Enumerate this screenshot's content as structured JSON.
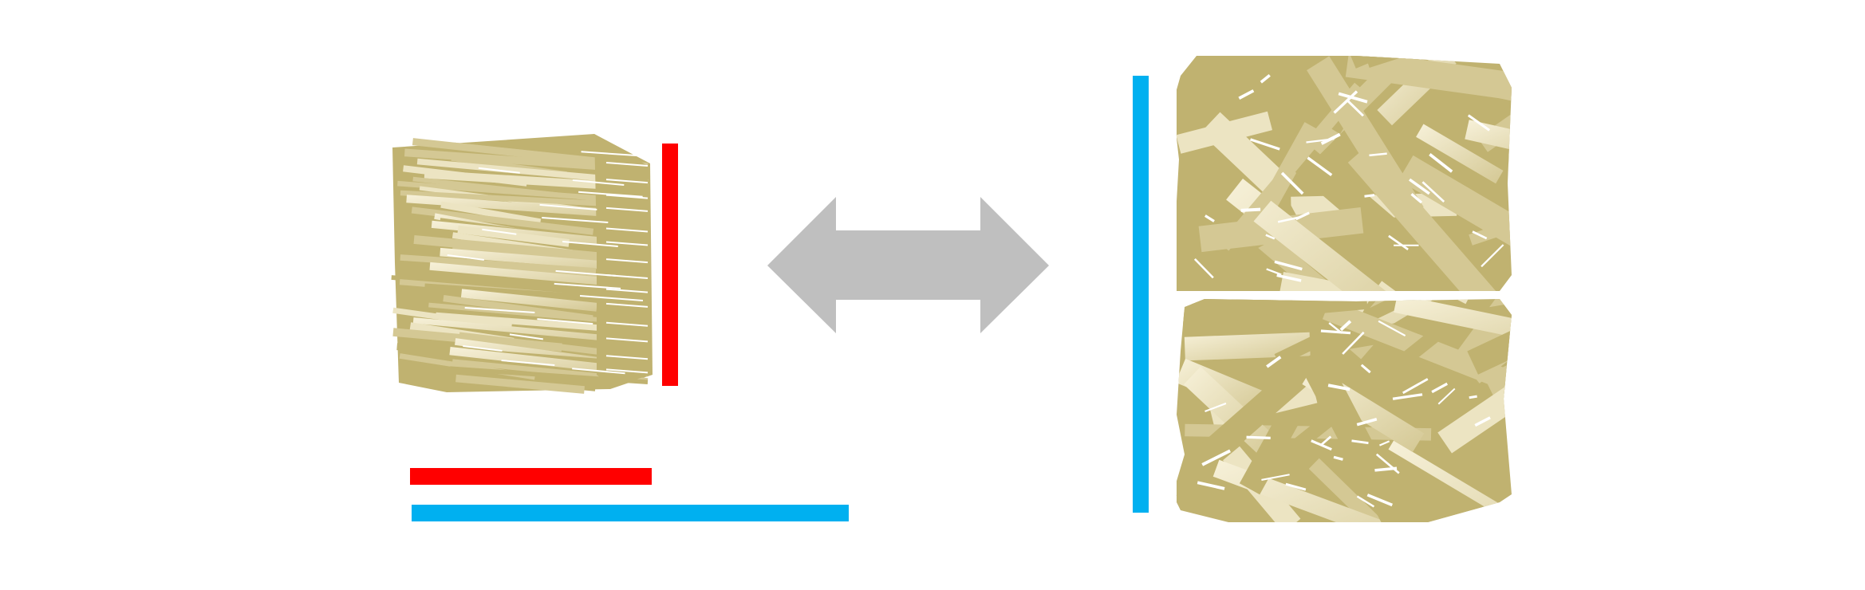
{
  "colors": {
    "background": "#ffffff",
    "strand_dark": "#c0b270",
    "strand_mid": "#d4c894",
    "strand_light": "#ece4c2",
    "strand_pale": "#f7f1d9",
    "red_bar": "#ff0000",
    "blue_bar": "#00b0f0",
    "arrow": "#bfbfbf"
  },
  "icons": {
    "small_block": "compressed-strand-block",
    "large_block": "loose-strand-block",
    "arrow": "double-headed-arrow"
  }
}
